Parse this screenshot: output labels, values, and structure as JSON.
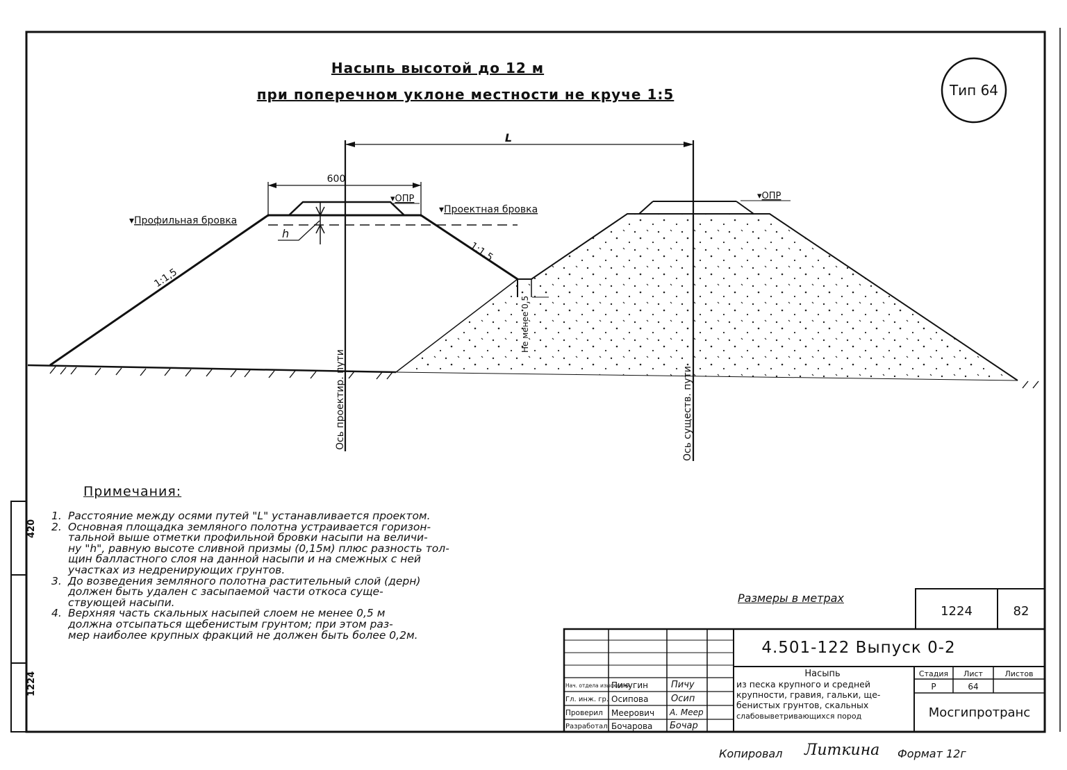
{
  "title": {
    "line1": "Насыпь высотой до 12 м",
    "line2": "при поперечном уклоне местности не круче 1:5"
  },
  "type_label": "Тип 64",
  "drawing": {
    "dim_L": "L",
    "dim_top": "600",
    "label_profile_edge": "Профильная бровка",
    "label_project_edge": "Проектная бровка",
    "label_opr_left": "ОПР",
    "label_opr_right": "ОПР",
    "label_h": "h",
    "slope_left": "1:1,5",
    "slope_mid": "1:1,5",
    "label_not_less": "Не менее 0,5",
    "axis_project": "Ось проектир. пути",
    "axis_existing": "Ось существ. пути"
  },
  "notes": {
    "heading": "Примечания:",
    "items": [
      {
        "num": "1.",
        "text": "Расстояние между осями путей \"L\" устанавливается проектом."
      },
      {
        "num": "2.",
        "text": "Основная площадка земляного полотна устраивается горизон-\nтальной выше отметки профильной бровки насыпи на величи-\nну \"h\", равную высоте сливной призмы (0,15м) плюс разность тол-\nщин балластного слоя на данной насыпи и на смежных с ней\nучастках из недренирующих грунтов."
      },
      {
        "num": "3.",
        "text": "До возведения земляного полотна растительный слой (дерн)\nдолжен быть удален с засыпаемой части откоса суще-\nствующей насыпи."
      },
      {
        "num": "4.",
        "text": "Верхняя часть скальных насыпей слоем не менее 0,5 м\nдолжна отсыпаться щебенистым грунтом; при этом раз-\nмер наиболее крупных фракций не должен быть более 0,2м."
      }
    ]
  },
  "sizes_note": "Размеры в метрах",
  "stamp": {
    "album": "1224",
    "page": "82",
    "doc_code": "4.501-122 Выпуск 0-2",
    "desc_title": "Насыпь",
    "desc_lines": [
      "из песка крупного и средней",
      "крупности, гравия, гальки, ще-",
      "бенистых грунтов, скальных",
      "слабовыветривающихся пород"
    ],
    "hdr_stage": "Стадия",
    "hdr_sheet": "Лист",
    "hdr_sheets": "Листов",
    "val_stage": "Р",
    "val_sheet": "64",
    "org": "Мосгипротранс",
    "roles": [
      {
        "role": "Нач. отдела изысканий",
        "name": "Пичугин",
        "sign": "Пичу"
      },
      {
        "role": "Гл. инж. гр.",
        "name": "Осипова",
        "sign": "Осип"
      },
      {
        "role": "Проверил",
        "name": "Меерович",
        "sign": "А. Меер"
      },
      {
        "role": "Разработал",
        "name": "Бочарова",
        "sign": "Бочар"
      }
    ],
    "side_top": "420",
    "side_bottom": "1224",
    "bottom_copied": "Копировал",
    "bottom_signature": "Литкина",
    "bottom_format": "Формат 12г"
  }
}
